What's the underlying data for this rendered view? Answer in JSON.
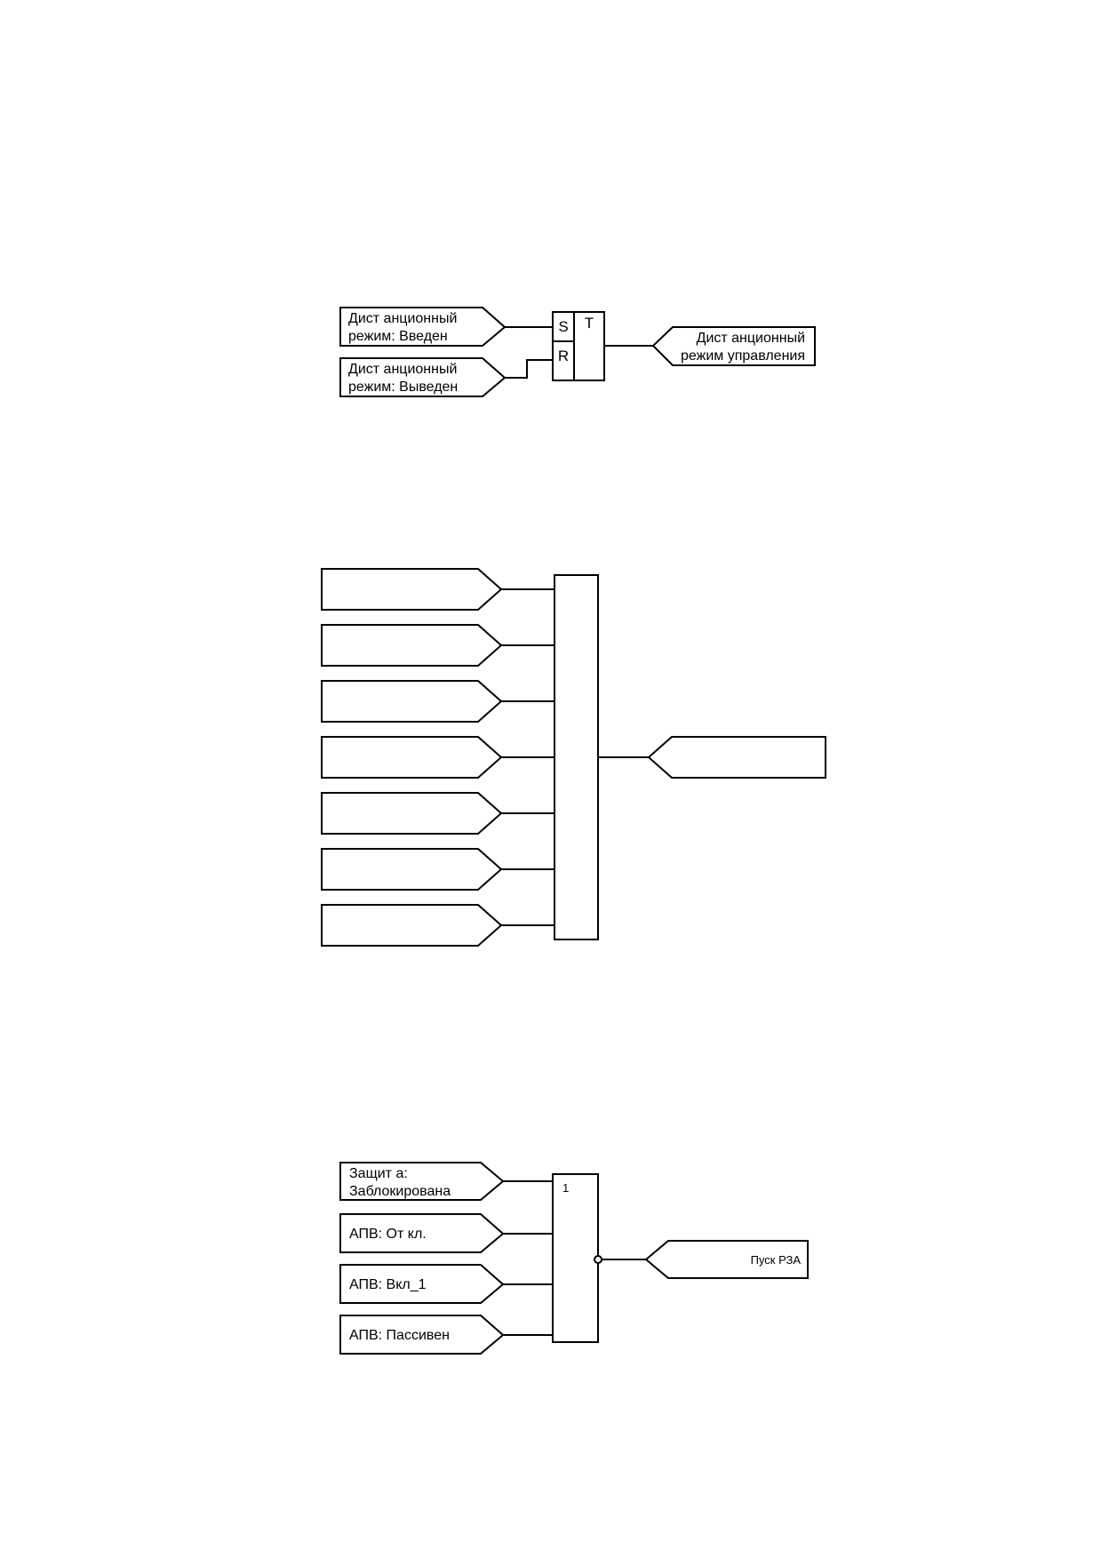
{
  "diagram1": {
    "inputs": [
      [
        "Дист анционный",
        "режим: Введен"
      ],
      [
        "Дист анционный",
        "режим: Выведен"
      ]
    ],
    "ports": {
      "set": "S",
      "reset": "R",
      "out": "T"
    },
    "output": [
      "Дист анционный",
      "режим управления"
    ]
  },
  "diagram2": {
    "input_count": 7,
    "inputs": [
      "",
      "",
      "",
      "",
      "",
      "",
      ""
    ],
    "output": ""
  },
  "diagram3": {
    "inputs": [
      [
        "Защит а:",
        "Заблокирована"
      ],
      [
        "АПВ: От кл."
      ],
      [
        "АПВ: Вкл_1"
      ],
      [
        "АПВ: Пассивен"
      ]
    ],
    "gate_label": "1",
    "output": "Пуск РЗА"
  }
}
